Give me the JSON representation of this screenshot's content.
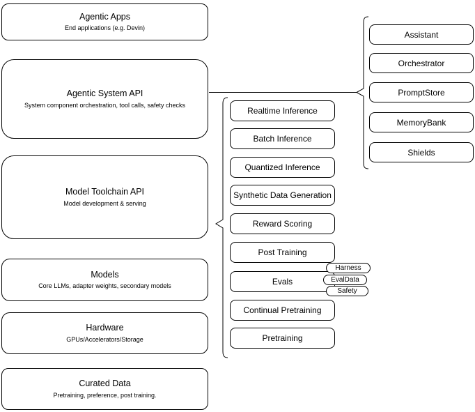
{
  "diagram": {
    "colors": {
      "stroke": "#000000",
      "background": "#ffffff",
      "text": "#000000"
    },
    "stack_layers": {
      "items": [
        {
          "title": "Agentic Apps",
          "subtitle": "End applications (e.g. Devin)"
        },
        {
          "title": "Agentic System API",
          "subtitle": "System component orchestration, tool calls, safety checks"
        },
        {
          "title": "Model Toolchain API",
          "subtitle": "Model development & serving"
        },
        {
          "title": "Models",
          "subtitle": "Core LLMs, adapter weights, secondary models"
        },
        {
          "title": "Hardware",
          "subtitle": "GPUs/Accelerators/Storage"
        },
        {
          "title": "Curated Data",
          "subtitle": "Pretraining, preference, post training."
        }
      ]
    },
    "toolchain_components": {
      "items": [
        {
          "label": "Realtime Inference"
        },
        {
          "label": "Batch Inference"
        },
        {
          "label": "Quantized Inference"
        },
        {
          "label": "Synthetic Data Generation"
        },
        {
          "label": "Reward Scoring"
        },
        {
          "label": "Post Training"
        },
        {
          "label": "Evals"
        },
        {
          "label": "Continual Pretraining"
        },
        {
          "label": "Pretraining"
        }
      ]
    },
    "eval_tags": {
      "items": [
        {
          "label": "Harness"
        },
        {
          "label": "EvalData"
        },
        {
          "label": "Safety"
        }
      ]
    },
    "system_components": {
      "items": [
        {
          "label": "Assistant"
        },
        {
          "label": "Orchestrator"
        },
        {
          "label": "PromptStore"
        },
        {
          "label": "MemoryBank"
        },
        {
          "label": "Shields"
        }
      ]
    }
  }
}
